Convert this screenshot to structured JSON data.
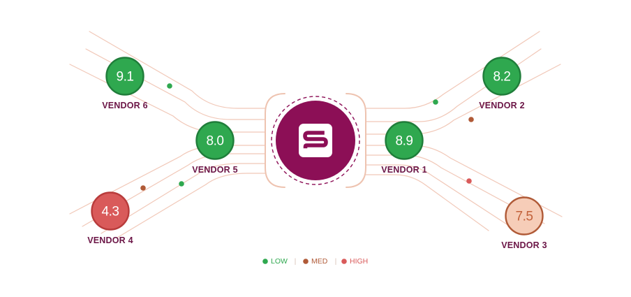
{
  "center": {
    "logo_icon": "s-logo-icon",
    "fill_color": "#8c0f56"
  },
  "colors": {
    "low": "#2fa84f",
    "med": "#b05a37",
    "high": "#d95a5a",
    "line": "#f1c8b8",
    "bracket": "#eec3b0",
    "label": "#6b1546"
  },
  "vendors": [
    {
      "id": "vendor-1",
      "label": "VENDOR 1",
      "score": "8.9",
      "status": "low"
    },
    {
      "id": "vendor-2",
      "label": "VENDOR 2",
      "score": "8.2",
      "status": "low"
    },
    {
      "id": "vendor-3",
      "label": "VENDOR 3",
      "score": "7.5",
      "status": "pending"
    },
    {
      "id": "vendor-4",
      "label": "VENDOR 4",
      "score": "4.3",
      "status": "high"
    },
    {
      "id": "vendor-5",
      "label": "VENDOR 5",
      "score": "8.0",
      "status": "low"
    },
    {
      "id": "vendor-6",
      "label": "VENDOR 6",
      "score": "9.1",
      "status": "low"
    }
  ],
  "legend": [
    {
      "label": "LOW",
      "color": "#2fa84f"
    },
    {
      "label": "MED",
      "color": "#b05a37"
    },
    {
      "label": "HIGH",
      "color": "#d95a5a"
    }
  ],
  "legend_separator": "|"
}
